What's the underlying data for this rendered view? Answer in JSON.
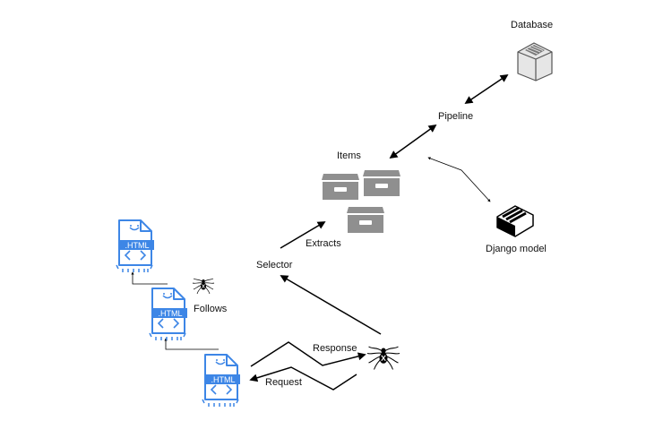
{
  "labels": {
    "database": "Database",
    "pipeline": "Pipeline",
    "items": "Items",
    "extracts": "Extracts",
    "selector": "Selector",
    "django_model": "Django model",
    "follows": "Follows",
    "response": "Response",
    "request": "Request"
  },
  "file_badge": ".HTML",
  "colors": {
    "file_blue": "#3d86e6",
    "box_gray": "#8f8f8f",
    "line": "#000000"
  },
  "icons": [
    "html-file-icon",
    "archive-box-icon",
    "database-icon",
    "django-model-icon",
    "spider-icon"
  ]
}
